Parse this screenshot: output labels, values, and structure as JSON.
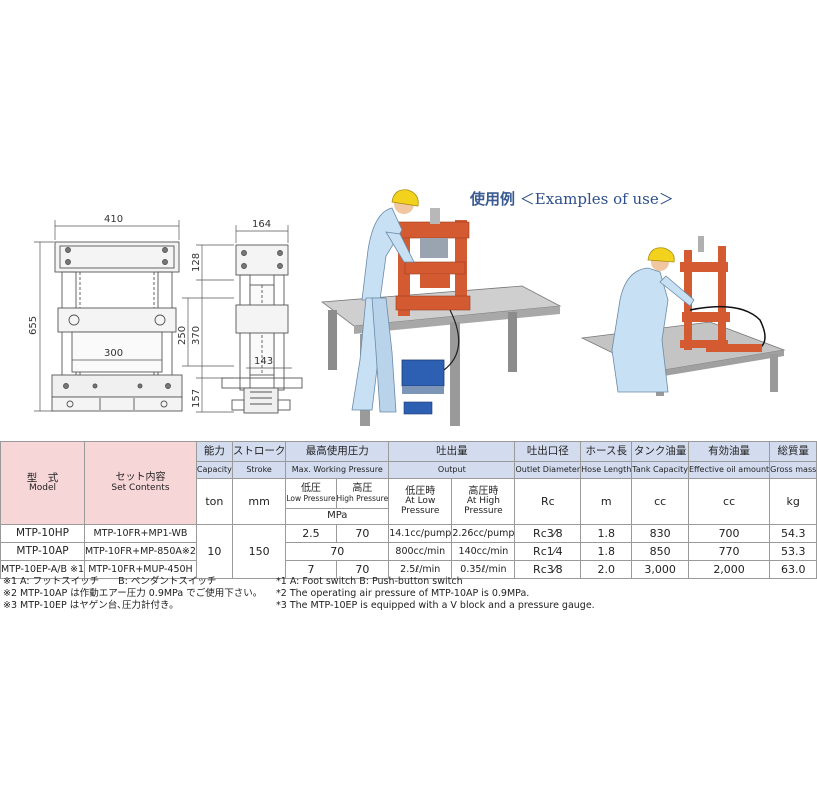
{
  "drawing": {
    "front_width": "410",
    "side_width": "164",
    "height_total": "655",
    "height_top": "128",
    "height_mid": "370",
    "height_inner": "250",
    "inner_width": "300",
    "depth_base": "143",
    "height_bottom": "157"
  },
  "use_section": {
    "title_jp": "使用例",
    "title_en": "＜Examples of use＞"
  },
  "colors": {
    "press_frame": "#d45a32",
    "worker_suit": "#c8e0f3",
    "helmet": "#f2d21c",
    "table_top": "#c8c8c8",
    "table_leg": "#9a9a9a",
    "pump_blue": "#2d5fb2",
    "header_pink": "#f7d6d8",
    "header_blue": "#d3dcef"
  },
  "table": {
    "headers": {
      "model_jp": "型　式",
      "model_en": "Model",
      "set_jp": "セット内容",
      "set_en": "Set Contents",
      "capacity_jp": "能力",
      "capacity_en": "Capacity",
      "stroke_jp": "ストローク",
      "stroke_en": "Stroke",
      "pressure_jp": "最高使用圧力",
      "pressure_en": "Max. Working Pressure",
      "output_jp": "吐出量",
      "output_en": "Output",
      "outlet_jp": "吐出口径",
      "outlet_en": "Outlet Diameter",
      "hose_jp": "ホース長",
      "hose_en": "Hose Length",
      "tank_jp": "タンク油量",
      "tank_en": "Tank Capacity",
      "effective_jp": "有効油量",
      "effective_en": "Effective oil amount",
      "gross_jp": "総質量",
      "gross_en": "Gross mass",
      "low_jp": "低圧",
      "low_en": "Low Pressure",
      "high_jp": "高圧",
      "high_en": "High Pressure",
      "out_low_jp": "低圧時",
      "out_low_en1": "At Low",
      "out_low_en2": "Pressure",
      "out_high_jp": "高圧時",
      "out_high_en1": "At High",
      "out_high_en2": "Pressure"
    },
    "units": {
      "capacity": "ton",
      "stroke": "mm",
      "pressure": "MPa",
      "outlet": "Rc",
      "hose": "m",
      "tank": "cc",
      "effective": "cc",
      "gross": "kg"
    },
    "shared": {
      "capacity": "10",
      "stroke": "150"
    },
    "rows": [
      {
        "model": "MTP-10HP",
        "set": "MTP-10FR+MP1-WB",
        "low": "2.5",
        "high": "70",
        "out_low": "14.1cc/pump",
        "out_high": "2.26cc/pump",
        "outlet": "Rc3⁄8",
        "hose": "1.8",
        "tank": "830",
        "effective": "700",
        "gross": "54.3"
      },
      {
        "model": "MTP-10AP",
        "set": "MTP-10FR+MP-850A※2",
        "pressure": "70",
        "out_low": "800cc/min",
        "out_high": "140cc/min",
        "outlet": "Rc1⁄4",
        "hose": "1.8",
        "tank": "850",
        "effective": "770",
        "gross": "53.3"
      },
      {
        "model": "MTP-10EP-A/B ※1",
        "set": "MTP-10FR+MUP-450H",
        "low": "7",
        "high": "70",
        "out_low": "2.5ℓ/min",
        "out_high": "0.35ℓ/min",
        "outlet": "Rc3⁄8",
        "hose": "2.0",
        "tank": "3,000",
        "effective": "2,000",
        "gross": "63.0"
      }
    ]
  },
  "notes_jp": [
    "※1  A: フットスイッチ　　B: ペンダントスイッチ",
    "※2  MTP-10AP は作動エアー圧力 0.9MPa でご使用下さい。",
    "※3  MTP-10EP はヤゲン台､圧力計付き。"
  ],
  "notes_en": [
    "*1 A: Foot switch B: Push-button switch",
    "*2 The operating air pressure of MTP-10AP is 0.9MPa.",
    "*3 The MTP-10EP is equipped with a V block and a pressure gauge."
  ]
}
